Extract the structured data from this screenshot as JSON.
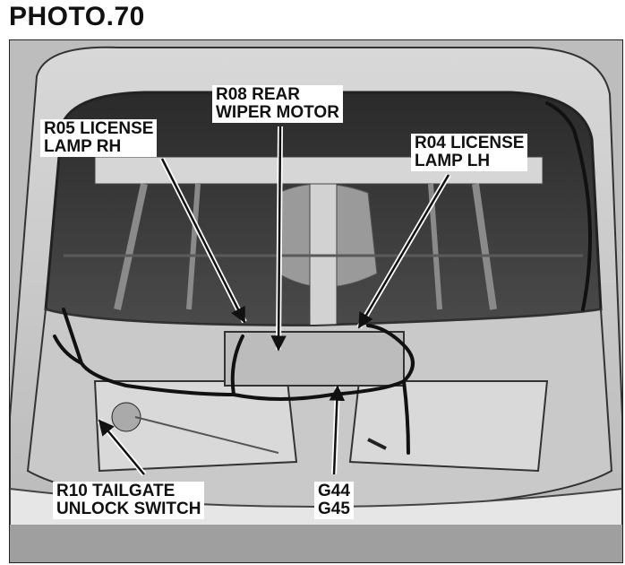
{
  "photo_title": "PHOTO.70",
  "callouts": {
    "r05": {
      "line1": "R05 LICENSE",
      "line2": "LAMP RH"
    },
    "r08": {
      "line1": "R08 REAR",
      "line2": "WIPER MOTOR"
    },
    "r04": {
      "line1": "R04 LICENSE",
      "line2": "LAMP LH"
    },
    "r10": {
      "line1": "R10 TAILGATE",
      "line2": "UNLOCK SWITCH"
    },
    "g44": {
      "line1": "G44",
      "line2": "G45"
    }
  }
}
